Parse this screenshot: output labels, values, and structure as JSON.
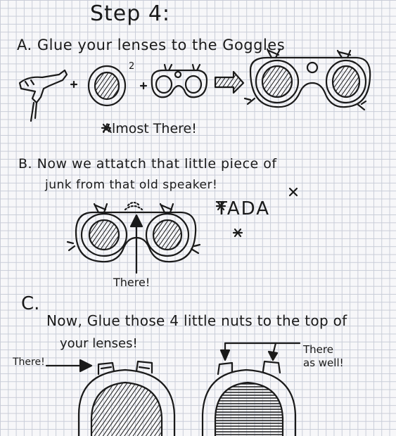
{
  "title": "Step 4:",
  "section_a": {
    "line": "A. Glue your lenses to the Goggles",
    "exponent": "2",
    "note": "Almost There!"
  },
  "section_b": {
    "line1": "B. Now we attatch that little piece of",
    "line2": "junk from that old speaker!",
    "exclaim": "TADA",
    "pointer": "There!"
  },
  "section_c": {
    "label": "C.",
    "line1": "Now, Glue those 4 little nuts to the top of",
    "line2": "your lenses!",
    "pointer_left": "There!",
    "pointer_right_1": "There",
    "pointer_right_2": "as well!"
  }
}
